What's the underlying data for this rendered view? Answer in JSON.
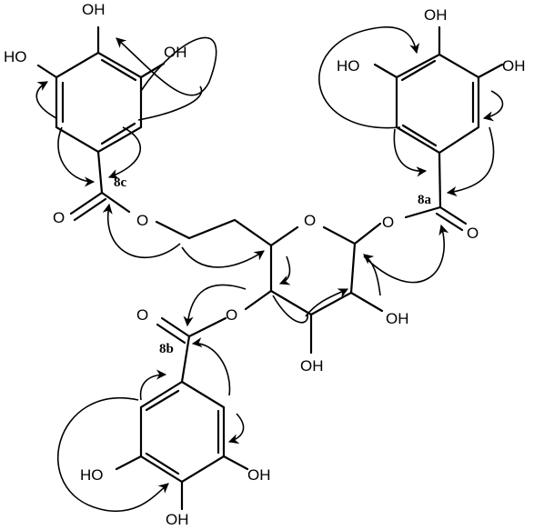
{
  "figure": {
    "labels": {
      "carbonyl_8a": "8a",
      "carbonyl_8b": "8b",
      "carbonyl_8c": "8c"
    },
    "atoms": {
      "hydroxyl": "OH",
      "hydroxyl_left": "HO",
      "oxygen": "O"
    }
  }
}
